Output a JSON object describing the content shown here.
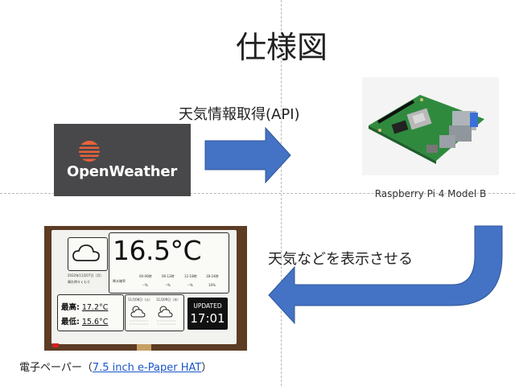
{
  "title": "仕様図",
  "openweather": {
    "brand": "OpenWeather",
    "brand_color": "#e8623a",
    "bg_color": "#48484a"
  },
  "arrow_api_label": "天気情報取得(API)",
  "arrow_back_label": "天気などを表示させる",
  "raspberry_pi": {
    "caption": "Raspberry Pi 4 Model B"
  },
  "epaper": {
    "caption_prefix": "電子ペーパー（",
    "caption_link": "7.5 inch e-Paper HAT",
    "caption_suffix": "）",
    "temperature": "16.5°C",
    "high_label": "最高:",
    "high_value": "17.2°C",
    "low_label": "最低:",
    "low_value": "15.6°C",
    "date": "2022年11月07日（月）",
    "weather": "晴れ時々くもり",
    "rain_label": "降水確率",
    "rain_slots": [
      "00-06時",
      "06-12時",
      "12-18時",
      "18-24時"
    ],
    "rain_values": [
      "--%",
      "--%",
      "--%",
      "10%"
    ],
    "forecast_dates": [
      "11月08日（火）",
      "11月09日（水）"
    ],
    "updated_label": "UPDATED",
    "updated_time": "17:01"
  },
  "colors": {
    "arrow": "#4472c4",
    "arrow_stroke": "#2f5597"
  }
}
